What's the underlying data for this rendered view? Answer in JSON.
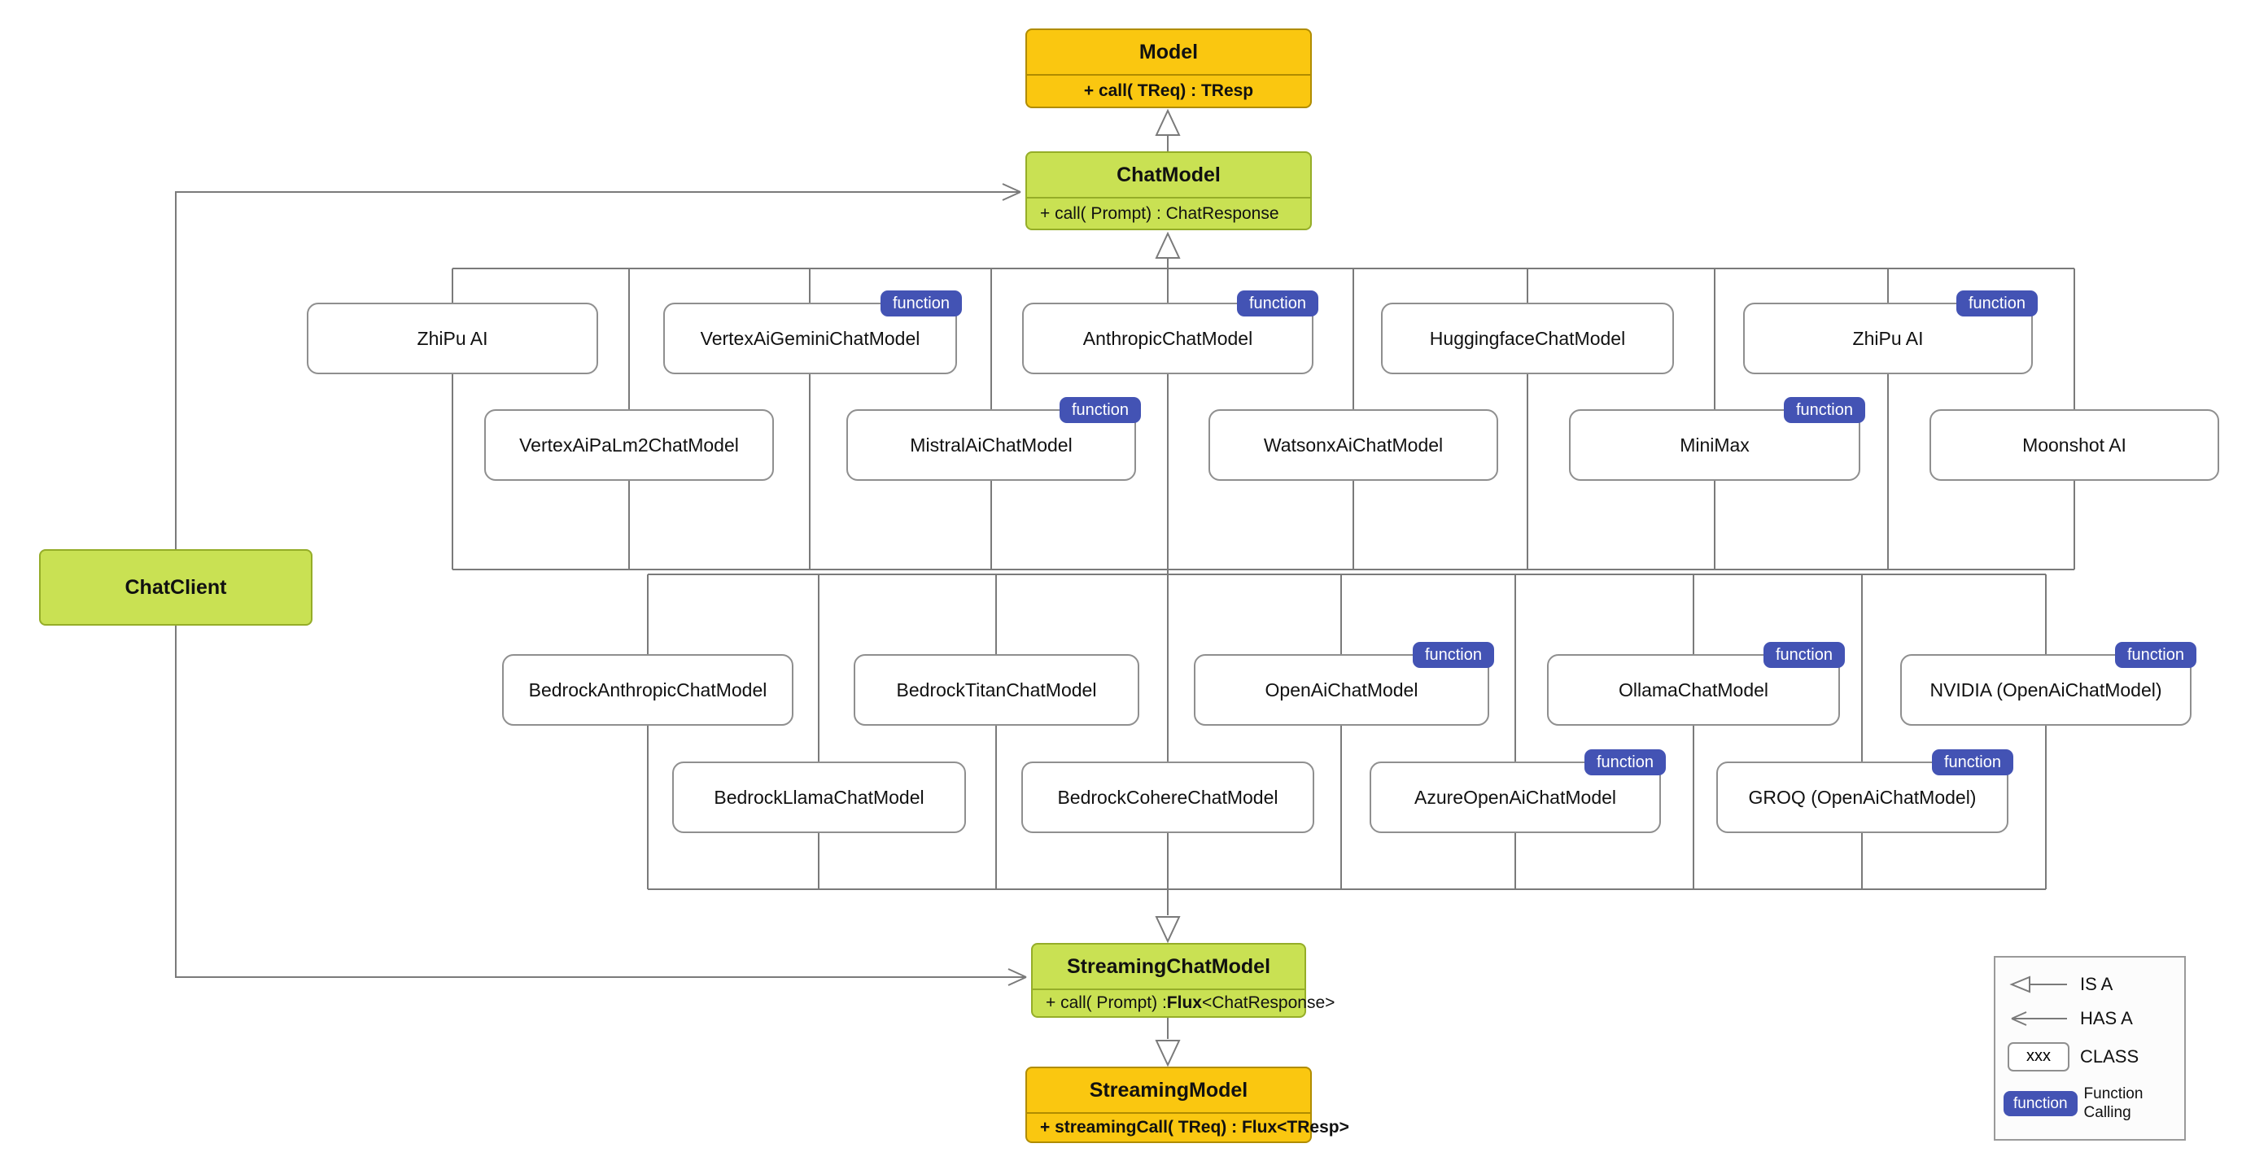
{
  "colors": {
    "orange": "#FAC710",
    "green": "#C9E153",
    "badge": "#4353B4",
    "line": "#7a7a7a"
  },
  "class_nodes": {
    "model": {
      "title": "Model",
      "method": "+ call( TReq) : TResp"
    },
    "chat_model": {
      "title": "ChatModel",
      "method": "+ call( Prompt) : ChatResponse"
    },
    "chat_client": {
      "title": "ChatClient"
    },
    "streaming_chat_model": {
      "title": "StreamingChatModel",
      "method_pre": "+ call( Prompt) : ",
      "method_bold": "Flux",
      "method_post": "<ChatResponse>"
    },
    "streaming_model": {
      "title": "StreamingModel",
      "method": "+ streamingCall( TReq) : Flux<TResp>"
    }
  },
  "badge": {
    "label": "function"
  },
  "implementations": [
    {
      "label": "ZhiPu AI",
      "function": false
    },
    {
      "label": "VertexAiGeminiChatModel",
      "function": true
    },
    {
      "label": "AnthropicChatModel",
      "function": true
    },
    {
      "label": "HuggingfaceChatModel",
      "function": false
    },
    {
      "label": "ZhiPu AI",
      "function": true
    },
    {
      "label": "VertexAiPaLm2ChatModel",
      "function": false
    },
    {
      "label": "MistralAiChatModel",
      "function": true
    },
    {
      "label": "WatsonxAiChatModel",
      "function": false
    },
    {
      "label": "MiniMax",
      "function": true
    },
    {
      "label": "Moonshot AI",
      "function": false
    },
    {
      "label": "BedrockAnthropicChatModel",
      "function": false
    },
    {
      "label": "BedrockTitanChatModel",
      "function": false
    },
    {
      "label": "OpenAiChatModel",
      "function": true
    },
    {
      "label": "OllamaChatModel",
      "function": true
    },
    {
      "label": "NVIDIA (OpenAiChatModel)",
      "function": true
    },
    {
      "label": "BedrockLlamaChatModel",
      "function": false
    },
    {
      "label": "BedrockCohereChatModel",
      "function": false
    },
    {
      "label": "AzureOpenAiChatModel",
      "function": true
    },
    {
      "label": "GROQ (OpenAiChatModel)",
      "function": true
    }
  ],
  "legend": {
    "is_a": "IS A",
    "has_a": "HAS A",
    "class_sample": "xxx",
    "class_label": "CLASS",
    "function_badge": "function",
    "function_line1": "Function",
    "function_line2": "Calling"
  }
}
